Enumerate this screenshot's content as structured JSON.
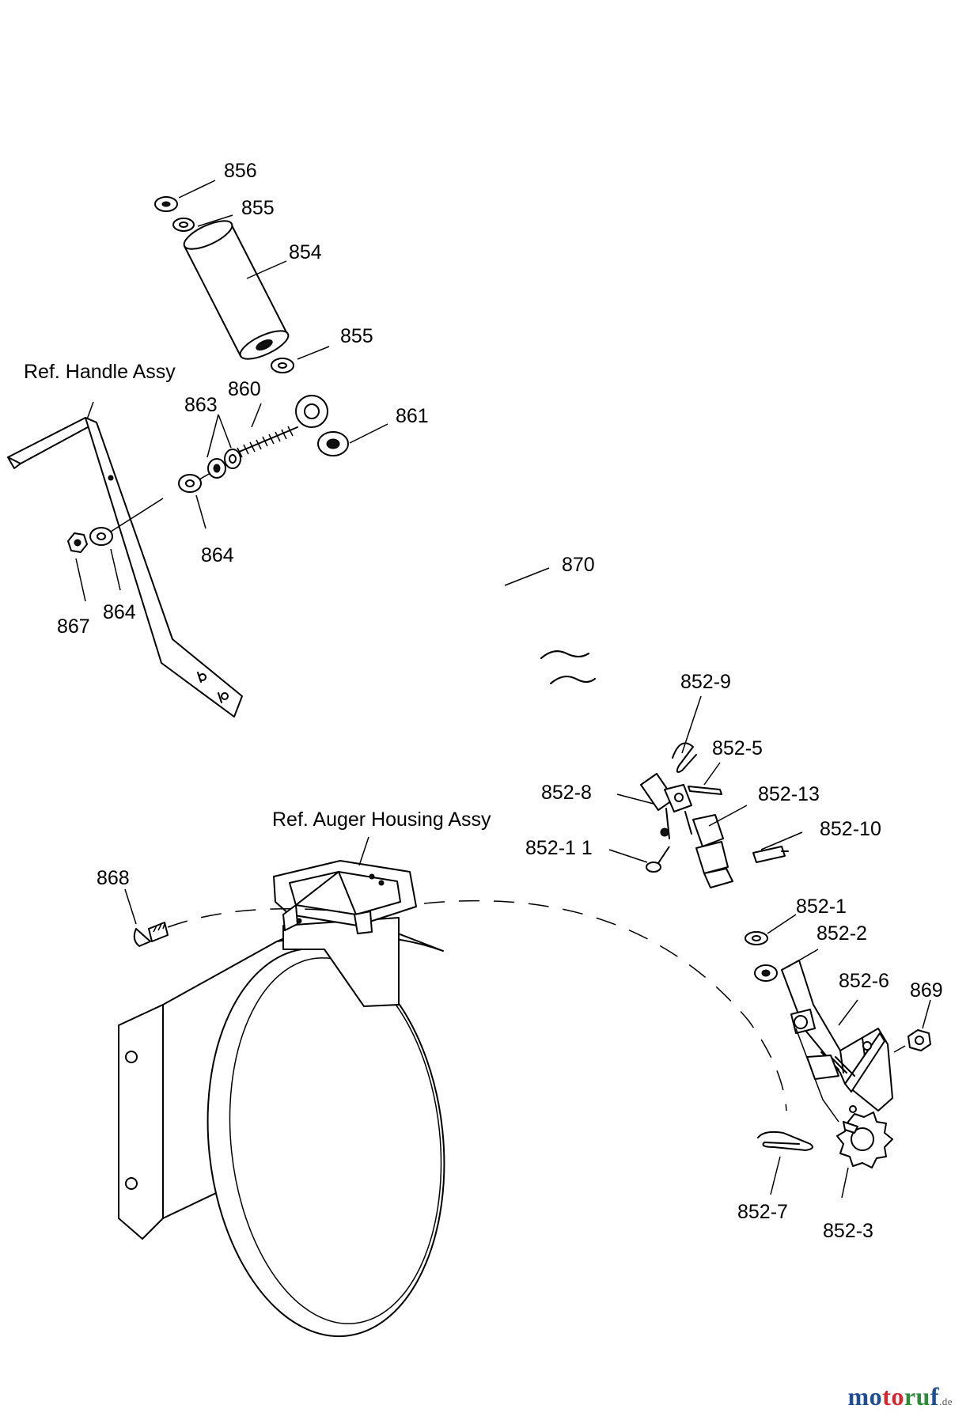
{
  "callouts": [
    {
      "id": "856",
      "label": "856"
    },
    {
      "id": "855a",
      "label": "855"
    },
    {
      "id": "854",
      "label": "854"
    },
    {
      "id": "855b",
      "label": "855"
    },
    {
      "id": "860",
      "label": "860"
    },
    {
      "id": "863",
      "label": "863"
    },
    {
      "id": "861",
      "label": "861"
    },
    {
      "id": "864a",
      "label": "864"
    },
    {
      "id": "864b",
      "label": "864"
    },
    {
      "id": "867",
      "label": "867"
    },
    {
      "id": "870",
      "label": "870"
    },
    {
      "id": "852-9",
      "label": "852-9"
    },
    {
      "id": "852-5",
      "label": "852-5"
    },
    {
      "id": "852-8",
      "label": "852-8"
    },
    {
      "id": "852-13",
      "label": "852-13"
    },
    {
      "id": "852-10",
      "label": "852-10"
    },
    {
      "id": "852-11",
      "label": "852-1 1"
    },
    {
      "id": "852-1",
      "label": "852-1"
    },
    {
      "id": "852-2",
      "label": "852-2"
    },
    {
      "id": "852-6",
      "label": "852-6"
    },
    {
      "id": "869",
      "label": "869"
    },
    {
      "id": "852-7",
      "label": "852-7"
    },
    {
      "id": "852-3",
      "label": "852-3"
    },
    {
      "id": "868",
      "label": "868"
    }
  ],
  "refs": {
    "handle": "Ref. Handle Assy",
    "auger": "Ref. Auger Housing Assy"
  },
  "watermark": {
    "m1": "mo",
    "m2": "to",
    "m3": "ru",
    "m4": "f",
    "tld": ".de",
    "colors": {
      "m1": "#1f4e96",
      "m2": "#d8262e",
      "m3": "#2e8b3a",
      "m4": "#1f4e96",
      "tld": "#555555"
    }
  }
}
